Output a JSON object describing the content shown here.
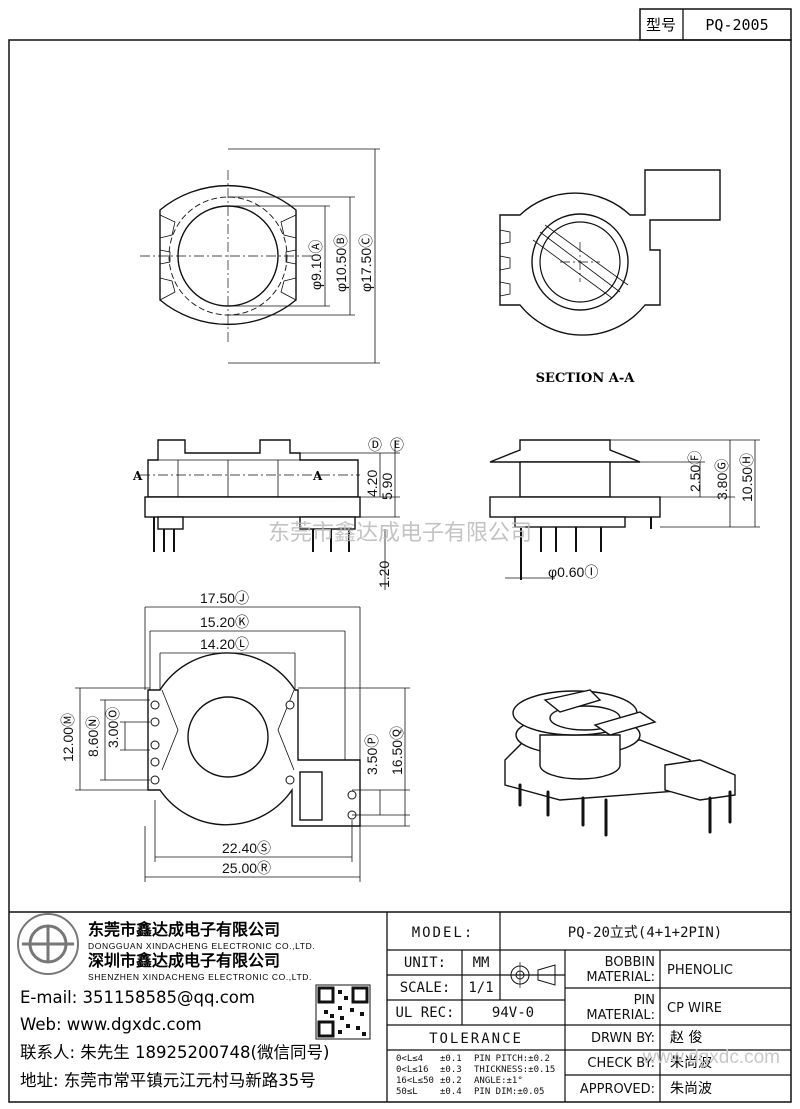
{
  "header": {
    "model_label": "型号",
    "model_code": "PQ-2005"
  },
  "views": {
    "section_title": "SECTION A-A",
    "section_marker": "A"
  },
  "dims": {
    "d910": "φ9.10Ⓐ",
    "d1050": "φ10.50Ⓑ",
    "d1750": "φ17.50Ⓒ",
    "mD": "Ⓓ",
    "mE": "Ⓔ",
    "v420": "4.20",
    "v590": "5.90",
    "v120": "1.20",
    "v250": "2.50Ⓕ",
    "v380": "3.80Ⓖ",
    "v1050": "10.50Ⓗ",
    "d060": "φ0.60Ⓘ",
    "w1750": "17.50Ⓙ",
    "w1520": "15.20Ⓚ",
    "w1420": "14.20Ⓛ",
    "h1200": "12.00Ⓜ",
    "h860": "8.60Ⓝ",
    "h300": "3.00Ⓞ",
    "h350": "3.50Ⓟ",
    "h1650": "16.50Ⓠ",
    "w2240": "22.40Ⓢ",
    "w2500": "25.00Ⓡ"
  },
  "watermark": {
    "center": "东莞市鑫达成电子有限公司",
    "corner": "www.dgxdc.com"
  },
  "company": {
    "name1": "东莞市鑫达成电子有限公司",
    "en1": "DONGGUAN XINDACHENG ELECTRONIC CO.,LTD.",
    "name2": "深圳市鑫达成电子有限公司",
    "en2": "SHENZHEN XINDACHENG ELECTRONIC CO.,LTD.",
    "email": "E-mail: 351158585@qq.com",
    "web": "Web: www.dgxdc.com",
    "contact": "联系人: 朱先生 18925200748(微信同号)",
    "address": "地址: 东莞市常平镇元江元村马新路35号"
  },
  "titleblock": {
    "model_label": "MODEL:",
    "model_value": "PQ-20立式(4+1+2PIN)",
    "unit_label": "UNIT:",
    "unit_value": "MM",
    "scale_label": "SCALE:",
    "scale_value": "1/1",
    "ul_label": "UL REC:",
    "ul_value": "94V-0",
    "tolerance_label": "TOLERANCE",
    "bobbin_label1": "BOBBIN",
    "bobbin_label2": "MATERIAL:",
    "bobbin_value": "PHENOLIC",
    "pin_label1": "PIN",
    "pin_label2": "MATERIAL:",
    "pin_value": "CP WIRE",
    "drawn_label": "DRWN BY:",
    "drawn_value": "赵 俊",
    "check_label": "CHECK BY:",
    "check_value": "朱尚波",
    "approved_label": "APPROVED:",
    "approved_value": "朱尚波",
    "tol_rows": [
      {
        "range": "0<L≤4",
        "tol": "±0.1",
        "item": "PIN PITCH:±0.2"
      },
      {
        "range": "0<L≤16",
        "tol": "±0.3",
        "item": "THICKNESS:±0.15"
      },
      {
        "range": "16<L≤50",
        "tol": "±0.2",
        "item": "ANGLE:±1°"
      },
      {
        "range": "50≤L",
        "tol": "±0.4",
        "item": "PIN DIM:±0.05"
      }
    ]
  }
}
